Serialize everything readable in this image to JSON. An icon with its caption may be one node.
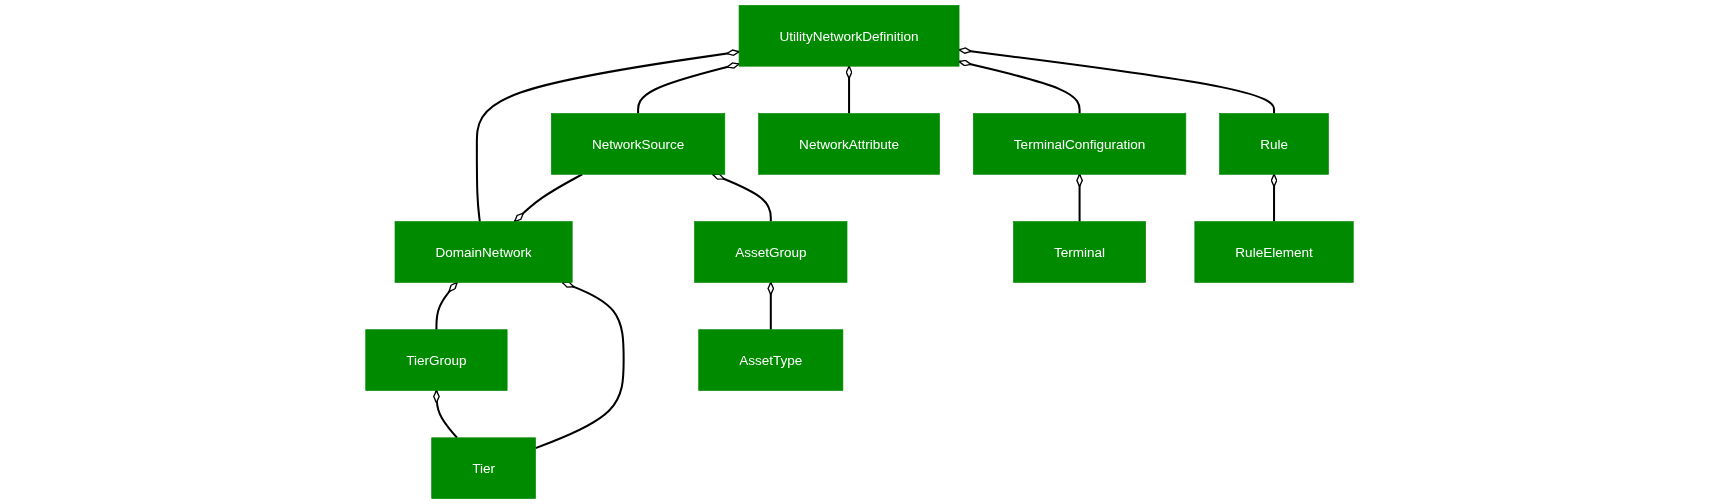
{
  "diagram": {
    "nodes": [
      {
        "text": [
          "UtilityNetworkDefinition"
        ]
      },
      {
        "text": [
          "DomainNetwork"
        ]
      },
      {
        "text": [
          "NetworkSource"
        ]
      },
      {
        "text": [
          "NetworkAttribute"
        ]
      },
      {
        "text": [
          "TerminalConfiguration"
        ]
      },
      {
        "text": [
          "Rule"
        ]
      },
      {
        "text": [
          "TierGroup"
        ]
      },
      {
        "text": [
          "AssetGroup"
        ]
      },
      {
        "text": [
          "Terminal"
        ]
      },
      {
        "text": [
          "RuleElement"
        ]
      },
      {
        "text": [
          "Tier"
        ]
      },
      {
        "text": [
          "AssetType"
        ]
      }
    ],
    "edges": [
      {
        "from": 1,
        "to": 0,
        "arrow": "other"
      },
      {
        "from": 2,
        "to": 0,
        "arrow": "other"
      },
      {
        "from": 3,
        "to": 0,
        "arrow": "other"
      },
      {
        "from": 4,
        "to": 0,
        "arrow": "other"
      },
      {
        "from": 5,
        "to": 0,
        "arrow": "other"
      },
      {
        "from": 2,
        "to": 1,
        "arrow": "other"
      },
      {
        "from": 6,
        "to": 1,
        "arrow": "other"
      },
      {
        "from": 10,
        "to": 1,
        "arrow": "other"
      },
      {
        "from": 10,
        "to": 6,
        "arrow": "other"
      },
      {
        "from": 7,
        "to": 2,
        "arrow": "other"
      },
      {
        "from": 11,
        "to": 7,
        "arrow": "other"
      },
      {
        "from": 8,
        "to": 4,
        "arrow": "other"
      },
      {
        "from": 9,
        "to": 5,
        "arrow": "other"
      }
    ]
  }
}
